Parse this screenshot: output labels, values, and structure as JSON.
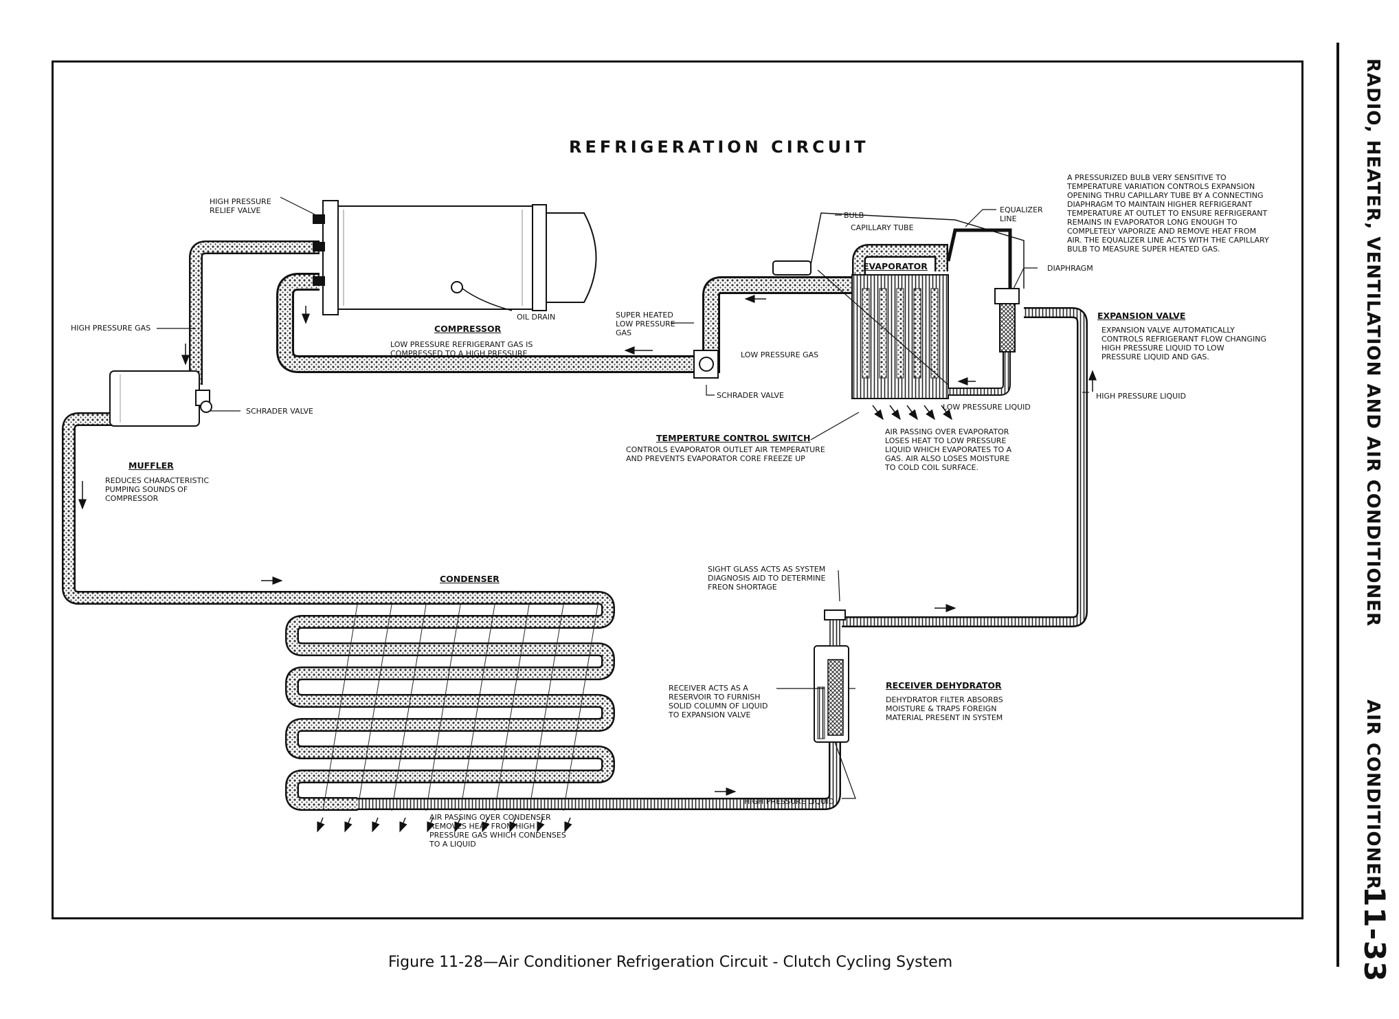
{
  "diagram": {
    "title": "REFRIGERATION CIRCUIT",
    "caption": "Figure 11-28—Air Conditioner Refrigeration Circuit - Clutch Cycling System"
  },
  "side_header": {
    "section": "RADIO, HEATER, VENTILATION AND AIR CONDITIONER",
    "subsection": "AIR CONDITIONER",
    "page_number": "11-33"
  },
  "labels": {
    "high_pressure_relief_valve": "HIGH PRESSURE\nRELIEF VALVE",
    "high_pressure_gas": "HIGH PRESSURE GAS",
    "schrader_valve_left": "SCHRADER VALVE",
    "oil_drain": "OIL DRAIN",
    "compressor_title": "COMPRESSOR",
    "compressor_desc": "LOW PRESSURE REFRIGERANT GAS IS\nCOMPRESSED TO A HIGH PRESSURE",
    "muffler_title": "MUFFLER",
    "muffler_desc": "REDUCES CHARACTERISTIC\nPUMPING SOUNDS OF\nCOMPRESSOR",
    "super_heated": "SUPER HEATED\nLOW PRESSURE\nGAS",
    "schrader_valve_right": "SCHRADER VALVE",
    "low_pressure_gas": "LOW PRESSURE GAS",
    "temp_switch_title": "TEMPERTURE CONTROL SWITCH",
    "temp_switch_desc": "CONTROLS EVAPORATOR OUTLET AIR TEMPERATURE\nAND PREVENTS  EVAPORATOR  CORE FREEZE  UP",
    "bulb": "BULB",
    "capillary_tube": "CAPILLARY TUBE",
    "evaporator_title": "EVAPORATOR",
    "equalizer_line": "EQUALIZER\nLINE",
    "bulb_desc": "A PRESSURIZED BULB VERY SENSITIVE TO\nTEMPERATURE VARIATION CONTROLS EXPANSION\nOPENING THRU  CAPILLARY TUBE BY A CONNECTING\nDIAPHRAGM TO MAINTAIN HIGHER REFRIGERANT\nTEMPERATURE AT OUTLET TO ENSURE REFRIGERANT\nREMAINS IN EVAPORATOR LONG ENOUGH TO\nCOMPLETELY VAPORIZE AND REMOVE HEAT FROM\nAIR. THE EQUALIZER LINE ACTS WITH THE CAPILLARY\nBULB TO MEASURE SUPER HEATED GAS.",
    "diaphragm": "DIAPHRAGM",
    "expansion_valve_title": "EXPANSION VALVE",
    "expansion_valve_desc": "EXPANSION VALVE AUTOMATICALLY\nCONTROLS REFRIGERANT FLOW CHANGING\nHIGH PRESSURE LIQUID TO LOW\nPRESSURE LIQUID AND GAS.",
    "high_pressure_liquid_right": "HIGH PRESSURE LIQUID",
    "low_pressure_liquid": "LOW PRESSURE LIQUID",
    "evap_air_desc": "AIR PASSING OVER EVAPORATOR\nLOSES HEAT TO LOW PRESSURE\nLIQUID WHICH EVAPORATES TO A\nGAS.  AIR ALSO LOSES MOISTURE\nTO COLD COIL SURFACE.",
    "condenser_title": "CONDENSER",
    "sight_glass": "SIGHT GLASS ACTS AS SYSTEM\nDIAGNOSIS AID TO DETERMINE\nFREON SHORTAGE",
    "receiver_acts": "RECEIVER ACTS AS A\nRESERVOIR TO FURNISH\nSOLID COLUMN OF LIQUID\nTO EXPANSION VALVE",
    "receiver_title": "RECEIVER DEHYDRATOR",
    "receiver_desc": "DEHYDRATOR FILTER ABSORBS\nMOISTURE & TRAPS FOREIGN\nMATERIAL PRESENT IN SYSTEM",
    "high_pressure_liquid_bottom": "HIGH PRESSURE LIQUID",
    "condenser_air_desc": "AIR PASSING OVER CONDENSER\nREMOVES HEAT FROM HIGH\nPRESSURE GAS WHICH CONDENSES\nTO A LIQUID"
  },
  "colors": {
    "ink": "#111111",
    "paper": "#ffffff",
    "dot_fill": "#555555"
  }
}
